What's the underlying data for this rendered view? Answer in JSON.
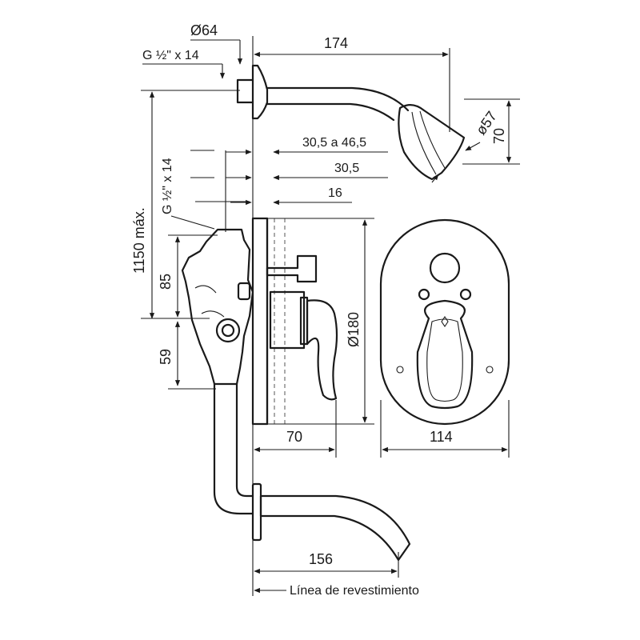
{
  "dimensions": {
    "head_diameter": "Ø64",
    "arm_thread": "G ½\" x 14",
    "arm_length": "174",
    "shower_diameter": "ø57",
    "shower_height": "70",
    "depth_range": "30,5 a 46,5",
    "depth_min": "30,5",
    "depth_body": "16",
    "height_max": "1150 máx.",
    "inlet_thread": "G ½\" x 14",
    "inlet_height": "85",
    "outlet_height": "59",
    "plate_diameter": "Ø180",
    "handle_projection": "70",
    "plate_width": "114",
    "spout_length": "156"
  },
  "labels": {
    "finish_line": "Línea de revestimiento"
  }
}
